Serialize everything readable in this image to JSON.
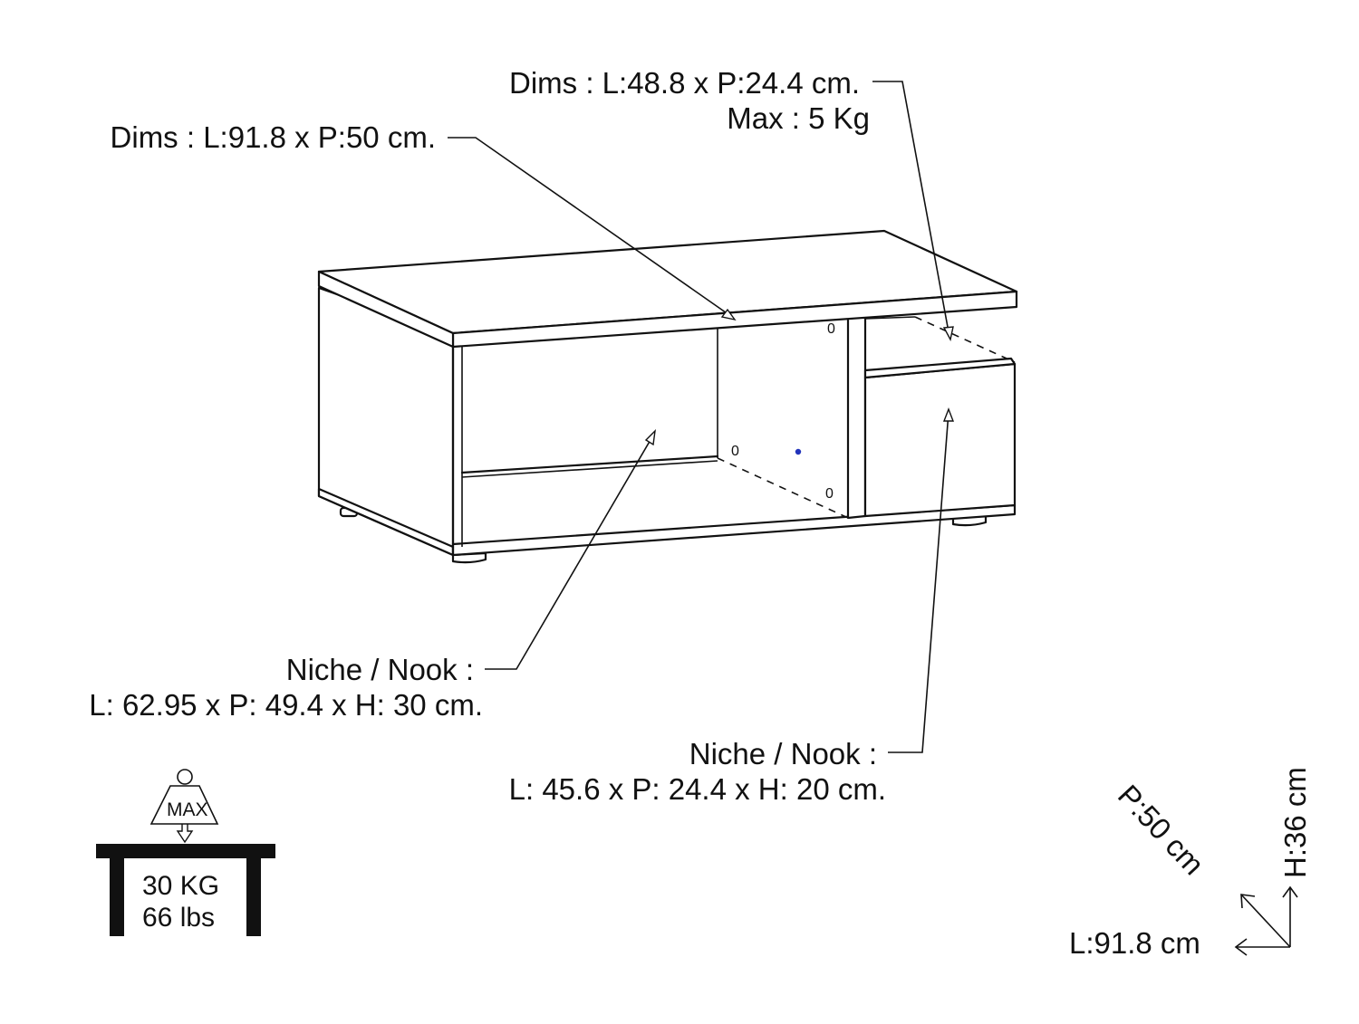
{
  "labels": {
    "top_dims": "Dims : L:91.8 x P:50 cm.",
    "tray_dims": "Dims : L:48.8 x P:24.4 cm.",
    "tray_max": "Max : 5 Kg",
    "nook_left_title": "Niche / Nook :",
    "nook_left_dims": "L: 62.95 x P: 49.4 x H: 30 cm.",
    "nook_right_title": "Niche / Nook :",
    "nook_right_dims": "L: 45.6 x P: 24.4 x H: 20 cm."
  },
  "max_load": {
    "badge": "MAX",
    "kg": "30 KG",
    "lbs": "66 lbs"
  },
  "overall": {
    "depth": "P:50 cm",
    "height": "H:36 cm",
    "length": "L:91.8 cm"
  },
  "colors": {
    "line": "#111111",
    "background": "#ffffff",
    "accent_dot": "#2233bb"
  }
}
